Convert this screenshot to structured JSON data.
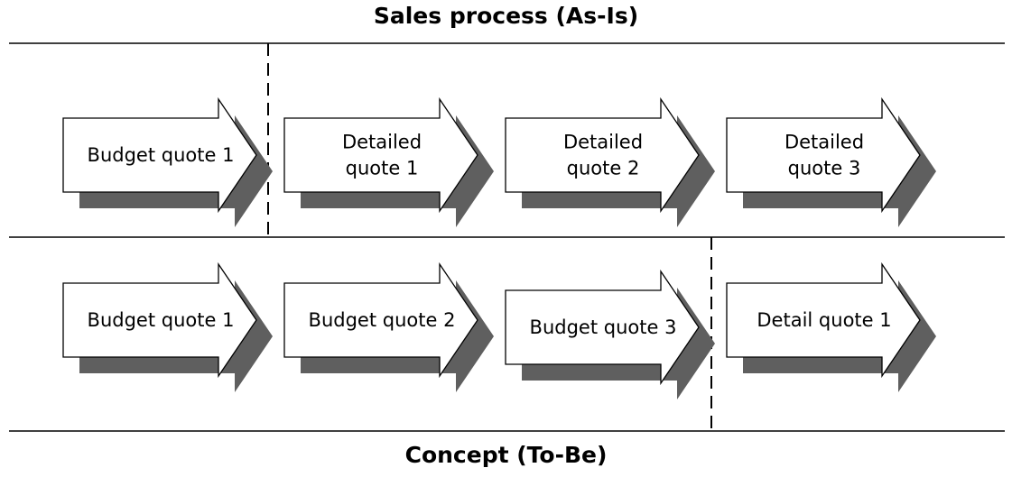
{
  "top_title": "Sales process (As-Is)",
  "bottom_title": "Concept (To-Be)",
  "colors": {
    "shadow": "#5f5f5f",
    "line": "#000000",
    "fill": "#ffffff"
  },
  "rows": [
    {
      "name": "as-is",
      "steps": [
        {
          "lines": [
            "Budget quote 1"
          ]
        },
        {
          "lines": [
            "Detailed",
            "quote 1"
          ]
        },
        {
          "lines": [
            "Detailed",
            "quote 2"
          ]
        },
        {
          "lines": [
            "Detailed",
            "quote 3"
          ]
        }
      ]
    },
    {
      "name": "to-be",
      "steps": [
        {
          "lines": [
            "Budget quote 1"
          ]
        },
        {
          "lines": [
            "Budget quote 2"
          ]
        },
        {
          "lines": [
            "Budget quote 3"
          ]
        },
        {
          "lines": [
            "Detail quote 1"
          ]
        }
      ]
    }
  ]
}
